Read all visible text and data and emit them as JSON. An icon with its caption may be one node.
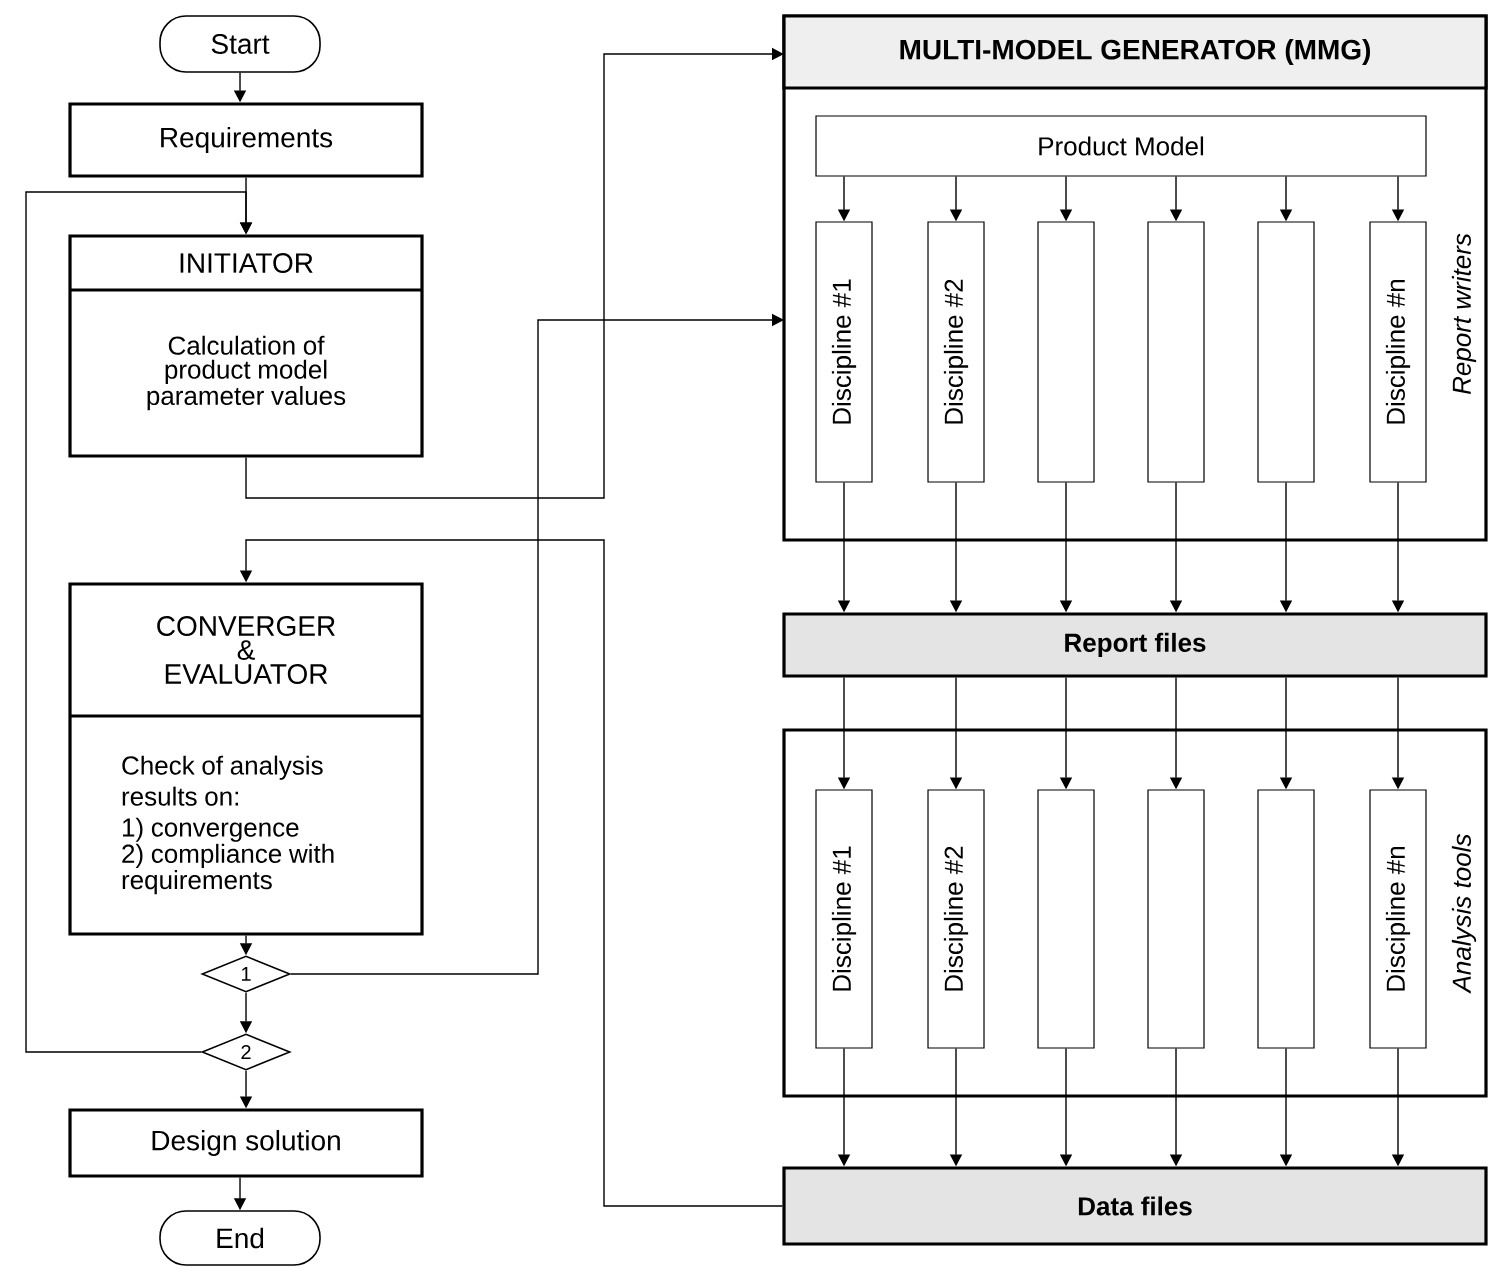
{
  "diagram": {
    "nodes": [
      {
        "text": [
          "Start"
        ]
      },
      {
        "text": [
          "Requirements"
        ]
      },
      {
        "text": [
          "INITIATOR",
          "Calculation of product model parameter values"
        ]
      },
      {
        "text": [
          "CONVERGER & EVALUATOR",
          "Check of analysis results on:",
          "1) convergence",
          "2) compliance with requirements"
        ]
      },
      {
        "text": [
          "1"
        ]
      },
      {
        "text": [
          "2"
        ]
      },
      {
        "text": [
          "Design solution"
        ]
      },
      {
        "text": [
          "End"
        ]
      },
      {
        "text": [
          "MULTI-MODEL GENERATOR (MMG)",
          "Report writers"
        ]
      },
      {
        "text": [
          "Product Model"
        ],
        "in": 8
      },
      {
        "text": [
          "Discipline #1"
        ],
        "in": 8
      },
      {
        "text": [
          "Discipline #2"
        ],
        "in": 8
      },
      {
        "text": [],
        "shape": "box",
        "in": 8
      },
      {
        "text": [],
        "shape": "box",
        "in": 8
      },
      {
        "text": [],
        "shape": "box",
        "in": 8
      },
      {
        "text": [
          "Discipline #n"
        ],
        "in": 8
      },
      {
        "text": [
          "Report files"
        ]
      },
      {
        "text": [
          "Analysis tools"
        ]
      },
      {
        "text": [
          "Discipline #1"
        ],
        "in": 17
      },
      {
        "text": [
          "Discipline #2"
        ],
        "in": 17
      },
      {
        "text": [],
        "shape": "box",
        "in": 17
      },
      {
        "text": [],
        "shape": "box",
        "in": 17
      },
      {
        "text": [],
        "shape": "box",
        "in": 17
      },
      {
        "text": [
          "Discipline #n"
        ],
        "in": 17
      },
      {
        "text": [
          "Data files"
        ]
      }
    ],
    "edges": [
      {
        "from": 0,
        "to": 1,
        "arrow": "to"
      },
      {
        "from": 1,
        "to": 2,
        "arrow": "to"
      },
      {
        "from": 2,
        "to": 8,
        "arrow": "to"
      },
      {
        "from": 3,
        "to": 4,
        "arrow": "to"
      },
      {
        "from": 4,
        "to": 5,
        "arrow": "to"
      },
      {
        "from": 5,
        "to": 6,
        "arrow": "to"
      },
      {
        "from": 6,
        "to": 7,
        "arrow": "to"
      },
      {
        "from": 4,
        "to": 8,
        "arrow": "to"
      },
      {
        "from": 5,
        "to": 2,
        "arrow": "to"
      },
      {
        "from": 24,
        "to": 3,
        "arrow": "to"
      },
      {
        "from": 9,
        "to": 10,
        "arrow": "to"
      },
      {
        "from": 9,
        "to": 11,
        "arrow": "to"
      },
      {
        "from": 9,
        "to": 12,
        "arrow": "to"
      },
      {
        "from": 9,
        "to": 13,
        "arrow": "to"
      },
      {
        "from": 9,
        "to": 14,
        "arrow": "to"
      },
      {
        "from": 9,
        "to": 15,
        "arrow": "to"
      },
      {
        "from": 10,
        "to": 16,
        "arrow": "to"
      },
      {
        "from": 11,
        "to": 16,
        "arrow": "to"
      },
      {
        "from": 12,
        "to": 16,
        "arrow": "to"
      },
      {
        "from": 13,
        "to": 16,
        "arrow": "to"
      },
      {
        "from": 14,
        "to": 16,
        "arrow": "to"
      },
      {
        "from": 15,
        "to": 16,
        "arrow": "to"
      },
      {
        "from": 16,
        "to": 18,
        "arrow": "to"
      },
      {
        "from": 16,
        "to": 19,
        "arrow": "to"
      },
      {
        "from": 16,
        "to": 20,
        "arrow": "to"
      },
      {
        "from": 16,
        "to": 21,
        "arrow": "to"
      },
      {
        "from": 16,
        "to": 22,
        "arrow": "to"
      },
      {
        "from": 16,
        "to": 23,
        "arrow": "to"
      },
      {
        "from": 18,
        "to": 24,
        "arrow": "to"
      },
      {
        "from": 19,
        "to": 24,
        "arrow": "to"
      },
      {
        "from": 20,
        "to": 24,
        "arrow": "to"
      },
      {
        "from": 21,
        "to": 24,
        "arrow": "to"
      },
      {
        "from": 22,
        "to": 24,
        "arrow": "to"
      },
      {
        "from": 23,
        "to": 24,
        "arrow": "to"
      }
    ]
  }
}
